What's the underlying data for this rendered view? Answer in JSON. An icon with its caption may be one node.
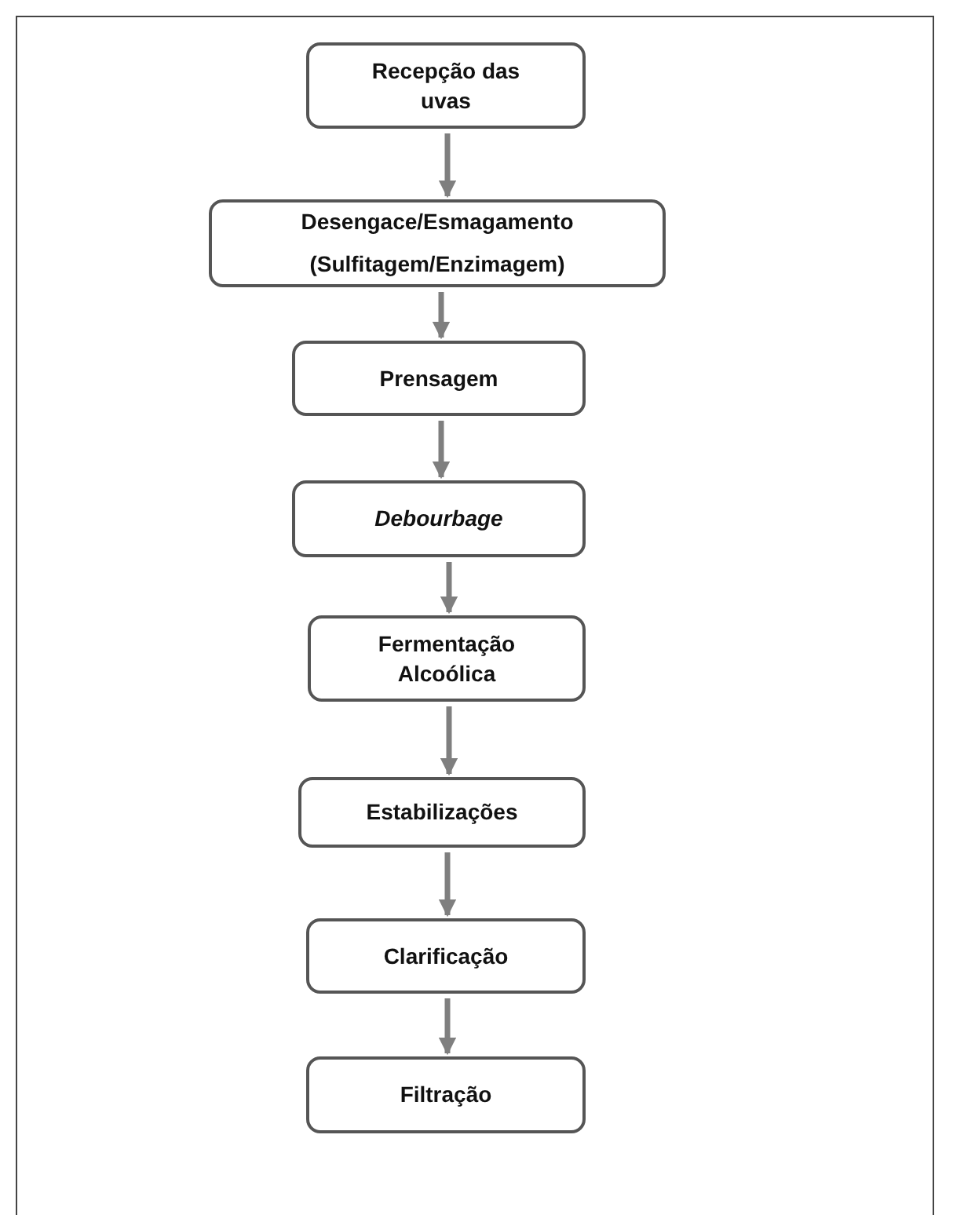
{
  "diagram": {
    "nodes": [
      {
        "text": [
          "Recepção das uvas"
        ]
      },
      {
        "text": [
          "Desengace/Esmagamento",
          "(Sulfitagem/Enzimagem)"
        ]
      },
      {
        "text": [
          "Prensagem"
        ]
      },
      {
        "text": [
          "*Debourbage*"
        ]
      },
      {
        "text": [
          "Fermentação Alcoólica"
        ]
      },
      {
        "text": [
          "Estabilizações"
        ]
      },
      {
        "text": [
          "Clarificação"
        ]
      },
      {
        "text": [
          "Filtração"
        ]
      }
    ],
    "edges": [
      {
        "from": 0,
        "to": 1,
        "arrow": "to"
      },
      {
        "from": 1,
        "to": 2,
        "arrow": "to"
      },
      {
        "from": 2,
        "to": 3,
        "arrow": "to"
      },
      {
        "from": 3,
        "to": 4,
        "arrow": "to"
      },
      {
        "from": 4,
        "to": 5,
        "arrow": "to"
      },
      {
        "from": 5,
        "to": 6,
        "arrow": "to"
      },
      {
        "from": 6,
        "to": 7,
        "arrow": "to"
      }
    ]
  }
}
